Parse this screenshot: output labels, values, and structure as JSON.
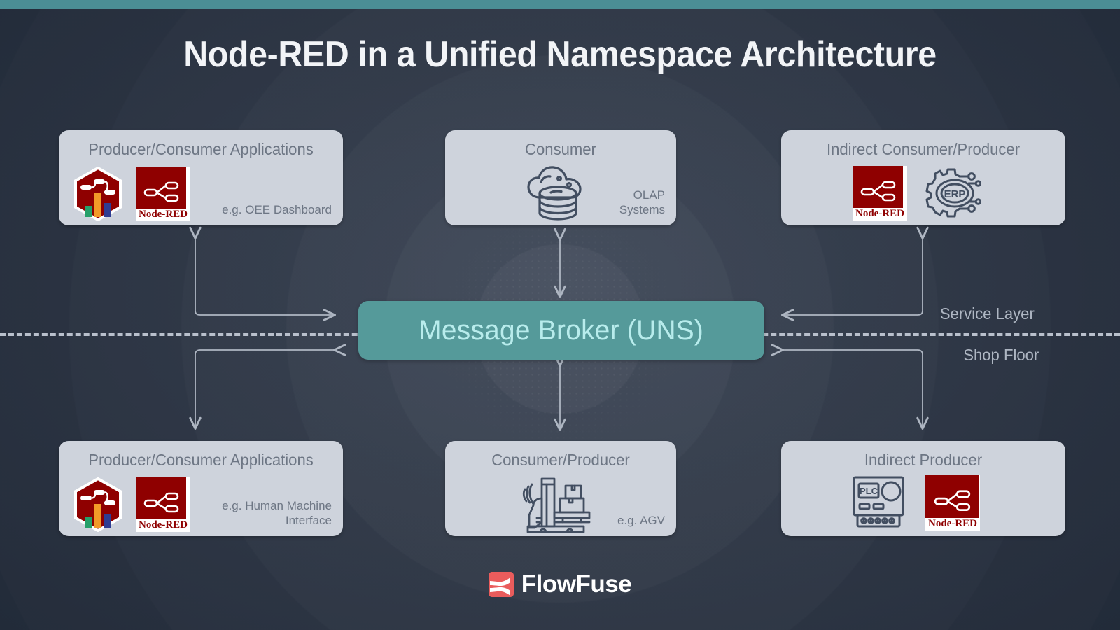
{
  "page": {
    "title": "Node-RED in a Unified Namespace Architecture",
    "accent_teal": "#559a9a",
    "card_bg": "#ced3dc",
    "background": "#2a3342"
  },
  "broker": {
    "label": "Message Broker (UNS)"
  },
  "layers": {
    "upper_label": "Service Layer",
    "lower_label": "Shop Floor"
  },
  "cards": [
    {
      "id": "top-left",
      "title": "Producer/Consumer Applications",
      "note": "e.g. OEE Dashboard",
      "icons": [
        "node-red-dashboard-hexagon-icon",
        "node-red-logo-icon"
      ]
    },
    {
      "id": "top-center",
      "title": "Consumer",
      "note": "OLAP\nSystems",
      "note_line1": "OLAP",
      "note_line2": "Systems",
      "icons": [
        "cloud-database-icon"
      ]
    },
    {
      "id": "top-right",
      "title": "Indirect Consumer/Producer",
      "note": "",
      "icons": [
        "node-red-logo-icon",
        "erp-gear-icon"
      ]
    },
    {
      "id": "bottom-left",
      "title": "Producer/Consumer Applications",
      "note": "e.g. Human Machine Interface",
      "note_line1": "e.g. Human Machine",
      "note_line2": "Interface",
      "icons": [
        "node-red-dashboard-hexagon-icon",
        "node-red-logo-icon"
      ]
    },
    {
      "id": "bottom-center",
      "title": "Consumer/Producer",
      "note": "e.g. AGV",
      "icons": [
        "agv-robot-icon"
      ]
    },
    {
      "id": "bottom-right",
      "title": "Indirect Producer",
      "note": "",
      "icons": [
        "plc-device-icon",
        "node-red-logo-icon"
      ]
    }
  ],
  "logos": {
    "node_red_text": "Node-RED",
    "erp_text": "ERP",
    "plc_text": "PLC"
  },
  "footer": {
    "brand": "FlowFuse",
    "mark_color": "#ea5c5c"
  }
}
